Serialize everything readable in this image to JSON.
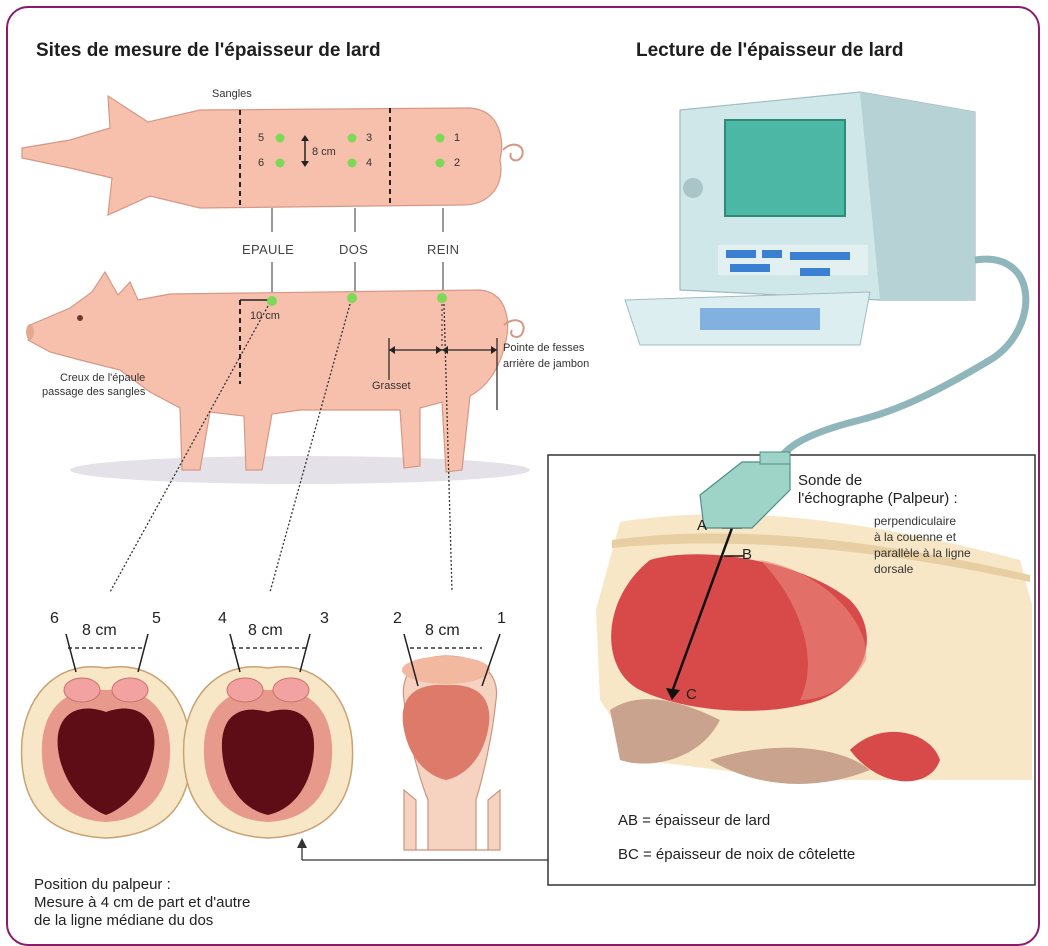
{
  "titles": {
    "left": "Sites de mesure de l'épaisseur de lard",
    "right": "Lecture de l'épaisseur de lard"
  },
  "top_view": {
    "sangles": "Sangles",
    "distance": "8 cm",
    "points": [
      "5",
      "3",
      "1",
      "6",
      "4",
      "2"
    ]
  },
  "sites": [
    "EPAULE",
    "DOS",
    "REIN"
  ],
  "side_view": {
    "distance": "10 cm",
    "shoulder_label": [
      "Creux de l'épaule",
      "passage des sangles"
    ],
    "grasset": "Grasset",
    "pointe": [
      "Pointe de fesses",
      "arrière de jambon"
    ]
  },
  "sections": [
    {
      "left": "6",
      "right": "5",
      "distance": "8 cm"
    },
    {
      "left": "4",
      "right": "3",
      "distance": "8 cm"
    },
    {
      "left": "2",
      "right": "1",
      "distance": "8 cm"
    }
  ],
  "probe_position": [
    "Position du palpeur :",
    "Mesure à 4 cm de part et d'autre",
    "de la ligne médiane du dos"
  ],
  "ultrasound": {
    "probe_title": [
      "Sonde de",
      "l'échographe (Palpeur) :"
    ],
    "probe_desc": [
      "perpendiculaire",
      "à la couenne et",
      "parallèle à la ligne",
      "dorsale"
    ],
    "points": [
      "A",
      "B",
      "C"
    ],
    "ab": "AB = épaisseur de lard",
    "bc": "BC = épaisseur de noix de côtelette"
  },
  "colors": {
    "frame": "#8b1a6b",
    "pig": "#f7c0ac",
    "marker": "#7ed957",
    "muscle": "#d84a4a",
    "fat": "#f8e7c6",
    "device": "#cfe7e8"
  }
}
